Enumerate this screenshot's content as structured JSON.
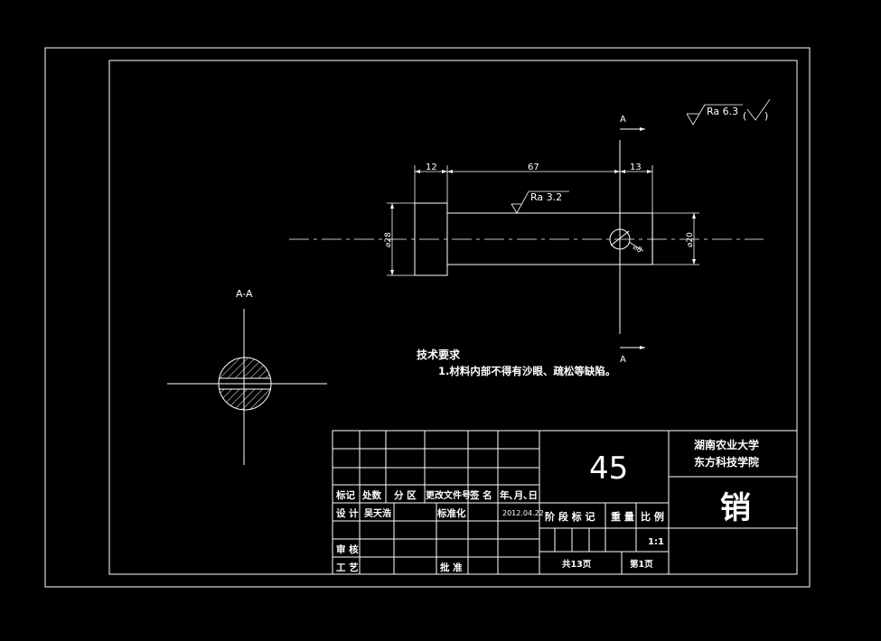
{
  "section": {
    "mark_top": "A",
    "mark_bottom": "A",
    "view_label": "A-A"
  },
  "dimensions": {
    "d1": "12",
    "d2": "67",
    "d3": "13",
    "dia_left": "⌀28",
    "dia_right": "⌀20",
    "dia_hole": "⌀8"
  },
  "roughness": {
    "general": "Ra 6.3",
    "surface": "Ra 3.2"
  },
  "requirements": {
    "title": "技术要求",
    "item1": "1.材料内部不得有沙眼、疏松等缺陷。"
  },
  "title_block": {
    "material": "45",
    "school_line1": "湖南农业大学",
    "school_line2": "东方科技学院",
    "part_name": "销",
    "col_mark": "标记",
    "col_count": "处数",
    "col_zone": "分 区",
    "col_doc": "更改文件号",
    "col_sign": "签 名",
    "col_date": "年､月､日",
    "design": "设 计",
    "designer": "吴天浩",
    "standardize": "标准化",
    "date": "2012.04.22",
    "stage": "阶 段 标 记",
    "weight": "重 量",
    "scale_label": "比 例",
    "scale": "1:1",
    "review": "审 核",
    "process": "工 艺",
    "approve": "批 准",
    "sheets_total": "共13页",
    "sheet_no": "第1页"
  }
}
